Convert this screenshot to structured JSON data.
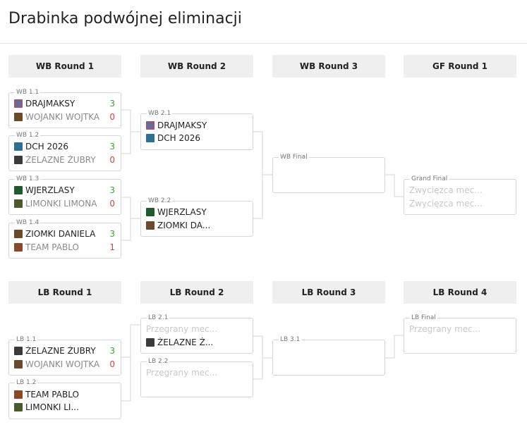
{
  "title": "Drabinka podwójnej eliminacji",
  "colors": {
    "win": "#3aa13a",
    "lose": "#d43f3a",
    "header_bg": "#efefef",
    "border": "#d6d6d6"
  },
  "headers": {
    "wb1": "WB Round 1",
    "wb2": "WB Round 2",
    "wb3": "WB Round 3",
    "gf1": "GF Round 1",
    "lb1": "LB Round 1",
    "lb2": "LB Round 2",
    "lb3": "LB Round 3",
    "lb4": "LB Round 4"
  },
  "matches": {
    "wb11": {
      "label": "WB 1.1",
      "t1": "DRAJMAKSY",
      "s1": "3",
      "t2": "WOJANKI WOJTKA",
      "s2": "0"
    },
    "wb12": {
      "label": "WB 1.2",
      "t1": "DCH 2026",
      "s1": "3",
      "t2": "ŻELAZNE ŻUBRY",
      "s2": "0"
    },
    "wb13": {
      "label": "WB 1.3",
      "t1": "WJERZLASY",
      "s1": "3",
      "t2": "LIMONKI LIMONA",
      "s2": "0"
    },
    "wb14": {
      "label": "WB 1.4",
      "t1": "ZIOMKI DANIELA",
      "s1": "3",
      "t2": "TEAM PABLO",
      "s2": "1"
    },
    "wb21": {
      "label": "WB 2.1",
      "t1": "DRAJMAKSY",
      "t2": "DCH 2026"
    },
    "wb22": {
      "label": "WB 2.2",
      "t1": "WJERZLASY",
      "t2": "ZIOMKI DA..."
    },
    "wbf": {
      "label": "WB Final"
    },
    "gf": {
      "label": "Grand Final",
      "t1": "Zwycięzca mec...",
      "t2": "Zwycięzca mec..."
    },
    "lb11": {
      "label": "LB 1.1",
      "t1": "ŻELAZNE ŻUBRY",
      "s1": "3",
      "t2": "WOJANKI WOJTKA",
      "s2": "0"
    },
    "lb12": {
      "label": "LB 1.2",
      "t1": "TEAM PABLO",
      "t2": "LIMONKI LI..."
    },
    "lb21": {
      "label": "LB 2.1",
      "t1": "Przegrany mec...",
      "t2": "ŻELAZNE Ż..."
    },
    "lb22": {
      "label": "LB 2.2",
      "t1": "Przegrany mec..."
    },
    "lb31": {
      "label": "LB 3.1"
    },
    "lbf": {
      "label": "LB Final",
      "t1": "Przegrany mec..."
    }
  }
}
